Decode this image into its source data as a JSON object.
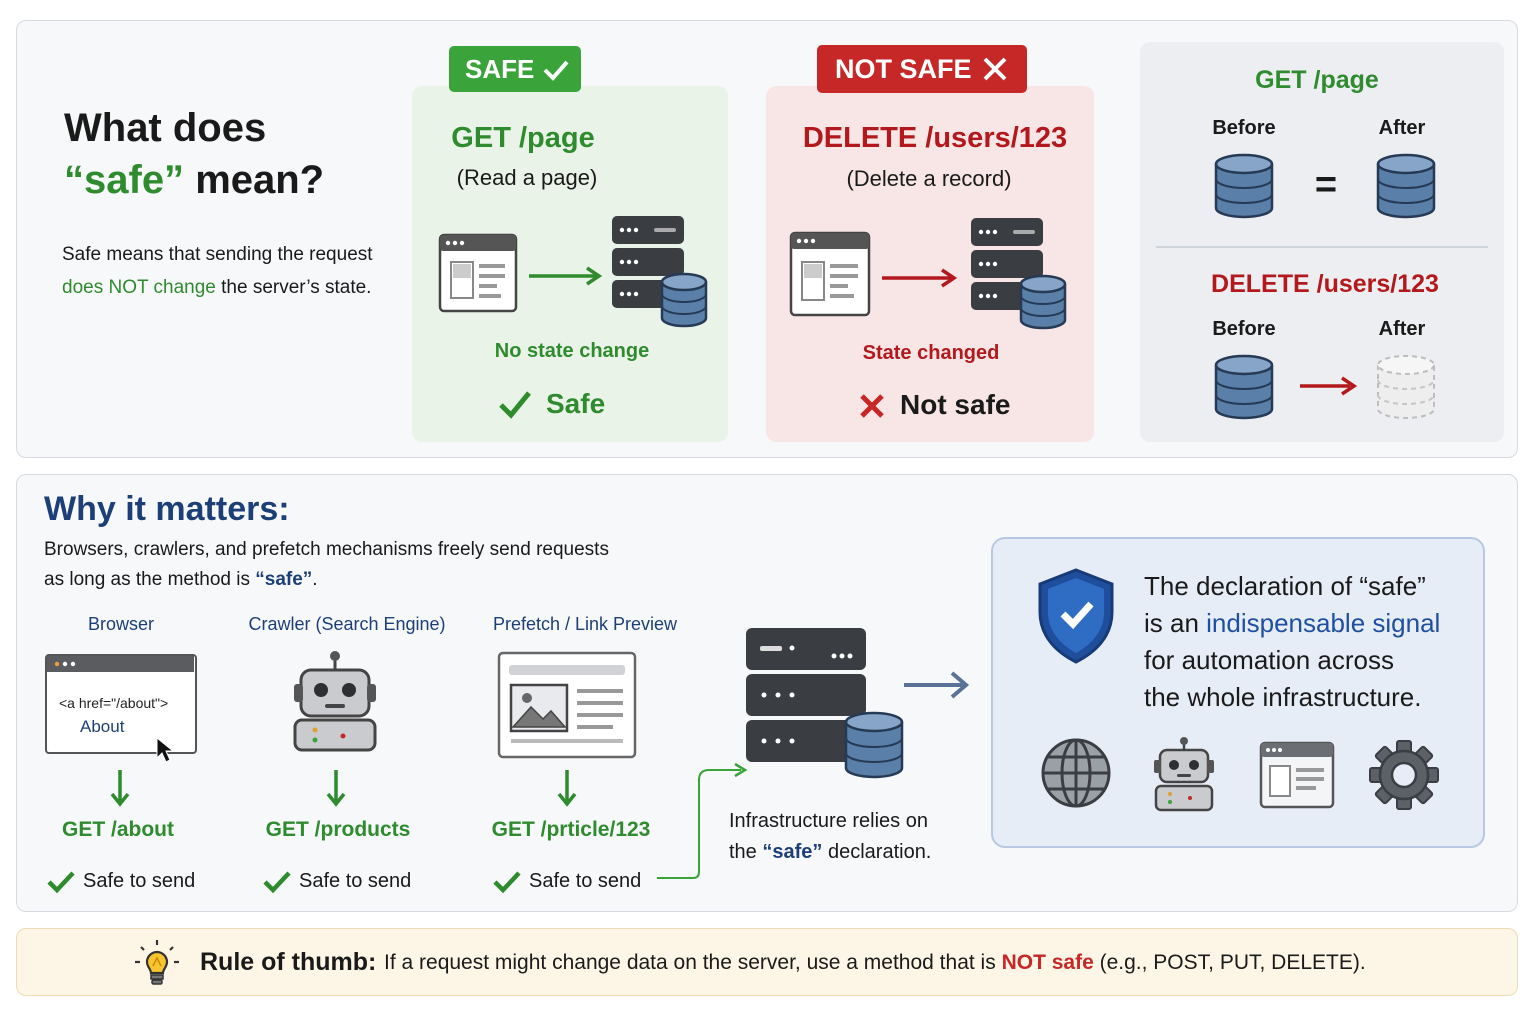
{
  "top": {
    "heading_line1": "What does",
    "heading_safe": "“safe”",
    "heading_mean": "mean?",
    "description_line1": "Safe means that sending the request",
    "description_highlight": "does NOT change",
    "description_rest": "the server’s state.",
    "safe_card": {
      "badge": "SAFE",
      "method": "GET /page",
      "subtitle": "(Read a page)",
      "status": "No state change",
      "verdict": "Safe"
    },
    "unsafe_card": {
      "badge": "NOT SAFE",
      "method": "DELETE /users/123",
      "subtitle": "(Delete a record)",
      "status": "State changed",
      "verdict": "Not safe"
    },
    "comparison": {
      "get_title": "GET /page",
      "delete_title": "DELETE /users/123",
      "before": "Before",
      "after": "After",
      "equals": "="
    }
  },
  "middle": {
    "title": "Why it matters:",
    "intro_line1": "Browsers, crawlers, and prefetch mechanisms freely send requests",
    "intro_line2_prefix": "as long as the method is",
    "intro_line2_safe": "“safe”",
    "intro_line2_suffix": ".",
    "clients": [
      {
        "label": "Browser",
        "request": "GET /about",
        "status": "Safe to send",
        "html_snippet": "<a href=\"/about\">",
        "link_text": "About"
      },
      {
        "label": "Crawler (Search Engine)",
        "request": "GET /products",
        "status": "Safe to send"
      },
      {
        "label": "Prefetch / Link Preview",
        "request": "GET /prticle/123",
        "status": "Safe to send"
      }
    ],
    "infra_line1": "Infrastructure relies on",
    "infra_line2_prefix": "the",
    "infra_line2_safe": "“safe”",
    "infra_line2_suffix": "declaration.",
    "signal": {
      "line1": "The declaration of “safe”",
      "line2_prefix": "is an",
      "line2_highlight": "indispensable signal",
      "line3": "for automation across",
      "line4": "the whole infrastructure."
    }
  },
  "footer": {
    "label": "Rule of thumb:",
    "text_before": "If a request might change data on the server, use a method that is",
    "text_highlight": "NOT safe",
    "text_after": "(e.g.,  POST, PUT, DELETE)."
  },
  "colors": {
    "green": "#2e8b2e",
    "red": "#b3191c",
    "navy": "#1d3f78",
    "db_blue": "#5a7fa8",
    "footer_bg": "#fdf6e6"
  }
}
